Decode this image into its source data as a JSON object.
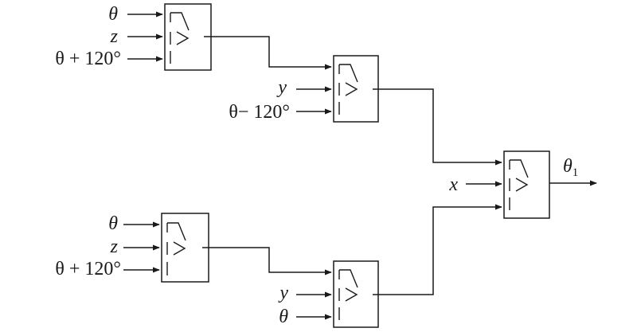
{
  "switches": {
    "s1": {
      "inputs": [
        "θ",
        "z",
        "θ + 120°"
      ]
    },
    "s2": {
      "inputs": [
        "y",
        "θ− 120°"
      ]
    },
    "s3": {
      "inputs": [
        "θ",
        "z",
        "θ + 120°"
      ]
    },
    "s4": {
      "inputs": [
        "y",
        "θ"
      ]
    },
    "s5": {
      "inputs": [
        "x"
      ],
      "output": {
        "base": "θ",
        "subscript": "1"
      }
    }
  }
}
